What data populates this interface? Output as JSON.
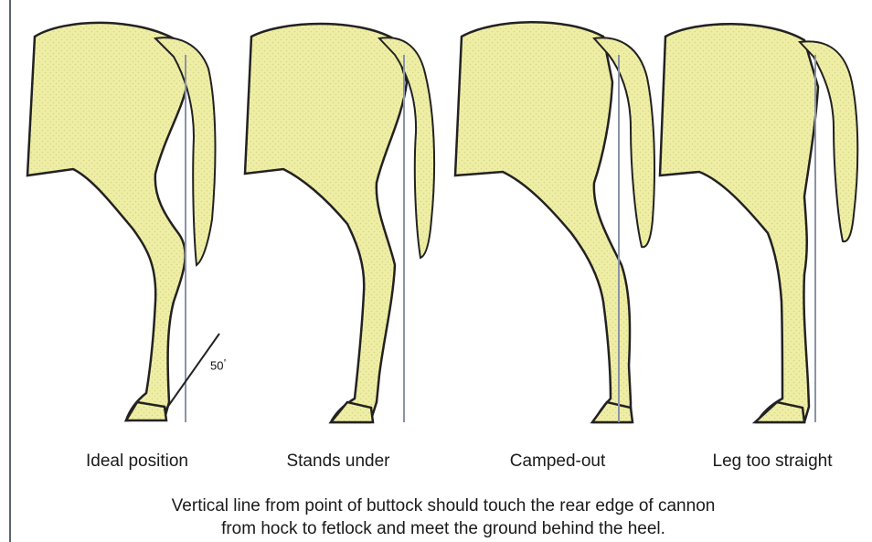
{
  "colors": {
    "coat_fill": "#efeea5",
    "coat_texture": "#d7d58a",
    "outline": "#222222",
    "plumb_line": "#8a93a8",
    "frame_rule": "#5b6470"
  },
  "panels": [
    {
      "label": "Ideal position"
    },
    {
      "label": "Stands under"
    },
    {
      "label": "Camped-out"
    },
    {
      "label": "Leg too straight"
    }
  ],
  "angle_marker": {
    "value": "50",
    "unit": "°"
  },
  "caption": {
    "line1": "Vertical line from point of buttock should touch the rear edge of cannon",
    "line2": "from hock to fetlock and meet the ground behind the heel."
  }
}
